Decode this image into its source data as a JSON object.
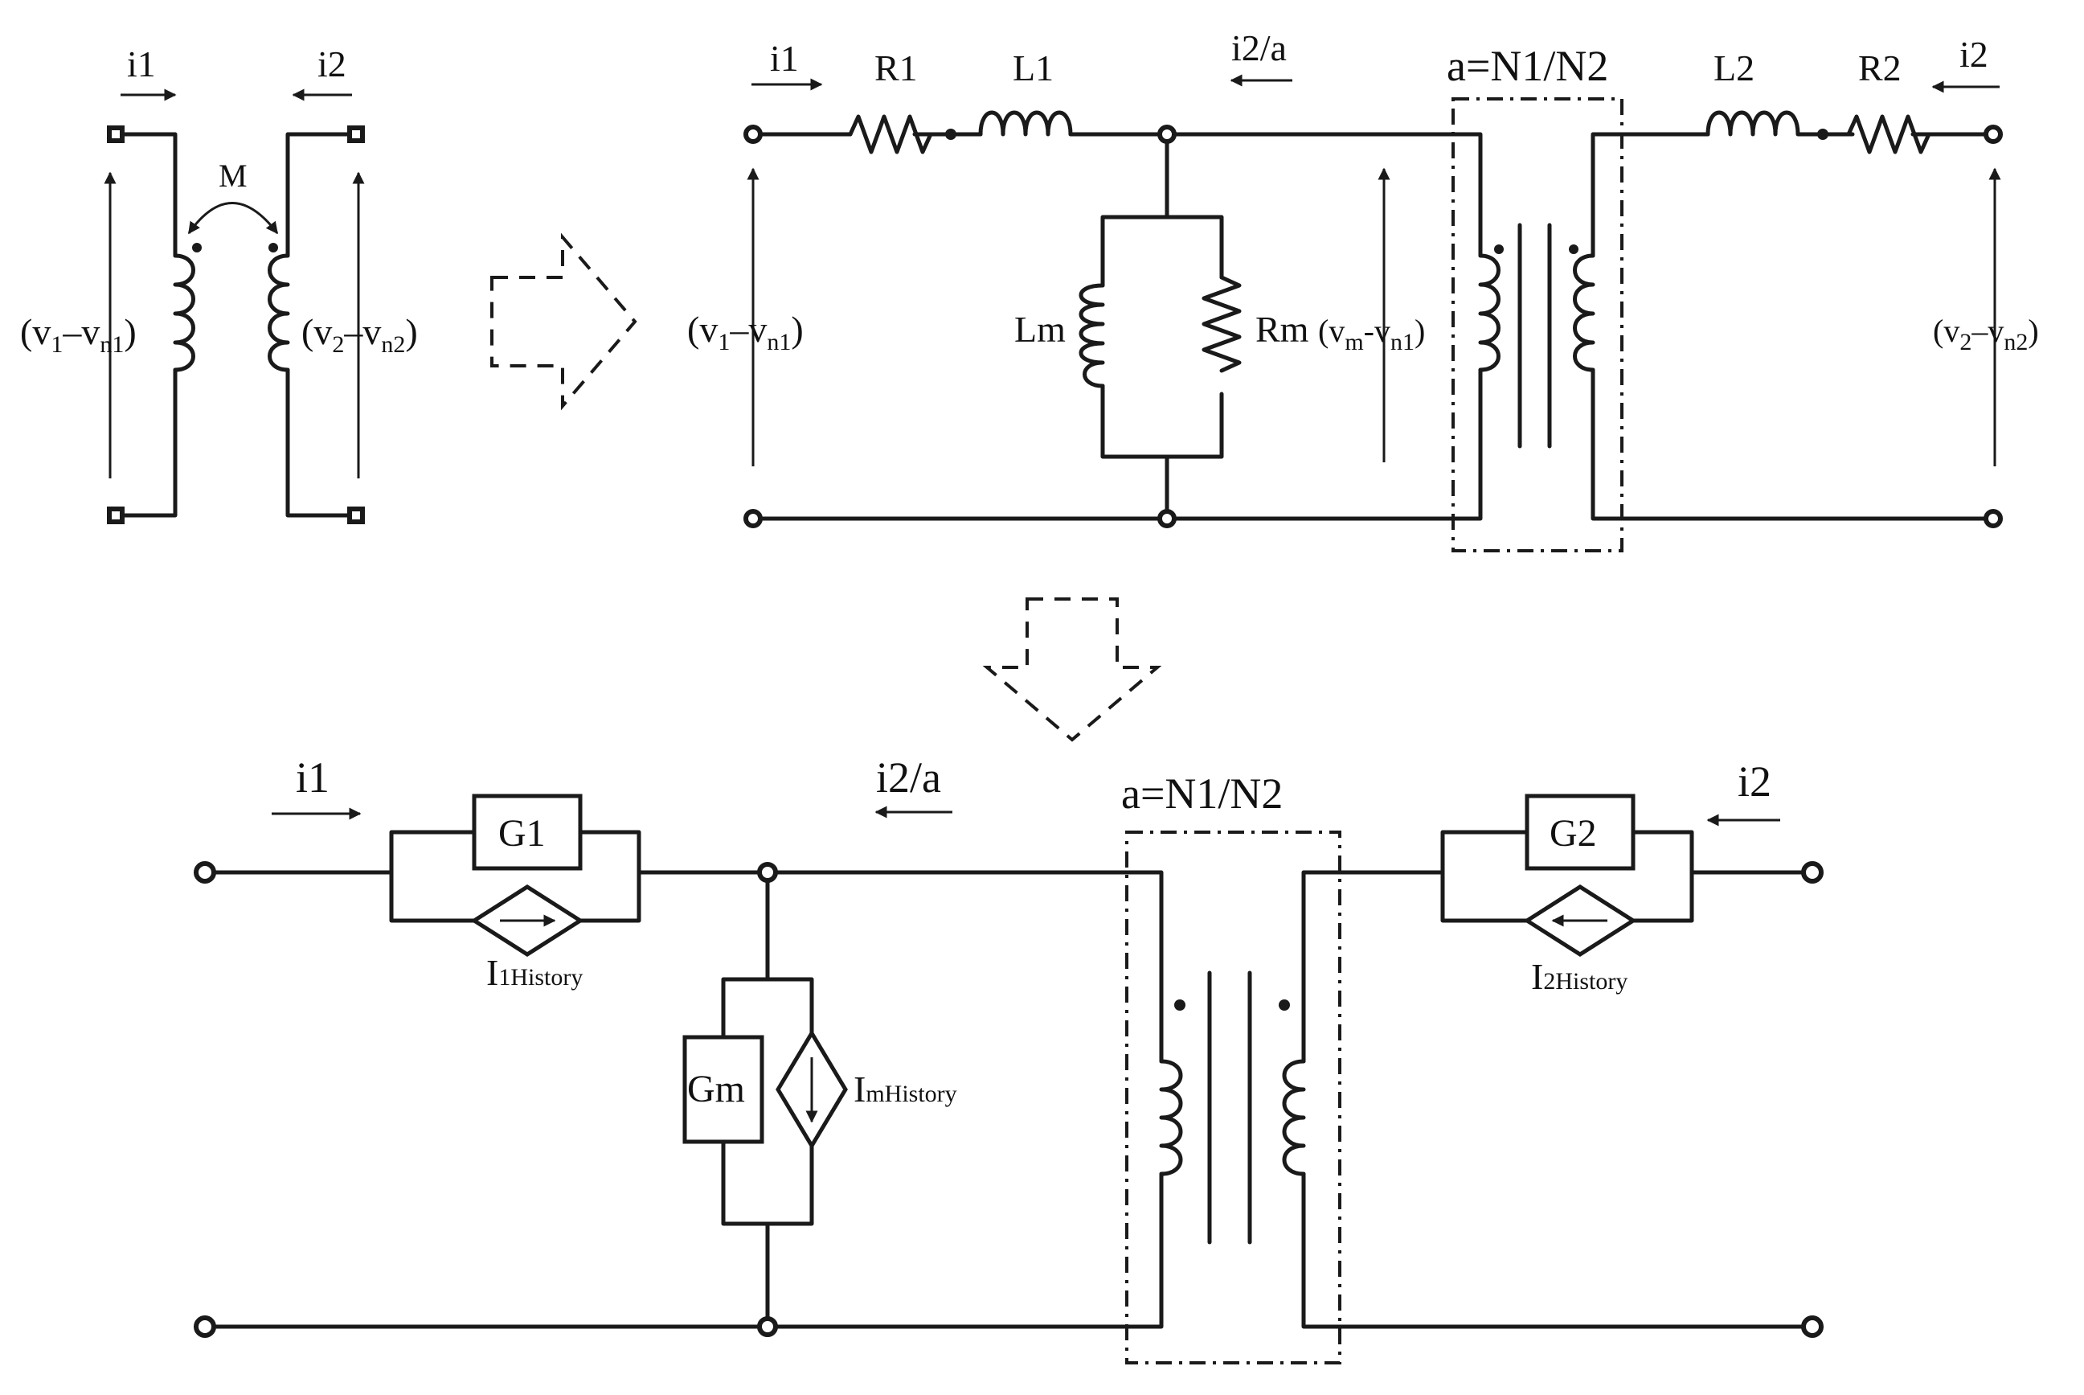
{
  "panel_left": {
    "i1": "i1",
    "i2": "i2",
    "mutual": "M",
    "v1": "(v",
    "v1_sub1": "1",
    "v1_mid": "–v",
    "v1_sub2": "n1",
    "v1_end": ")",
    "v2": "(v",
    "v2_sub1": "2",
    "v2_mid": "–v",
    "v2_sub2": "n2",
    "v2_end": ")"
  },
  "panel_right": {
    "i1": "i1",
    "r1": "R1",
    "l1": "L1",
    "i2a": "i2/a",
    "ratio": "a=N1/N2",
    "l2": "L2",
    "r2": "R2",
    "i2": "i2",
    "lm": "Lm",
    "rm": "Rm",
    "v1": "(v",
    "v1_sub1": "1",
    "v1_mid": "–v",
    "v1_sub2": "n1",
    "v1_end": ")",
    "vm": "(v",
    "vm_sub1": "m",
    "vm_mid": "-v",
    "vm_sub2": "n1",
    "vm_end": ")",
    "v2": "(v",
    "v2_sub1": "2",
    "v2_mid": "–v",
    "v2_sub2": "n2",
    "v2_end": ")"
  },
  "panel_bottom": {
    "i1": "i1",
    "g1": "G1",
    "i1hist": "I",
    "i1hist_sub": "1History",
    "i2a": "i2/a",
    "gm": "Gm",
    "imhist": "I",
    "imhist_sub": "mHistory",
    "ratio": "a=N1/N2",
    "g2": "G2",
    "i2hist": "I",
    "i2hist_sub": "2History",
    "i2": "i2"
  }
}
